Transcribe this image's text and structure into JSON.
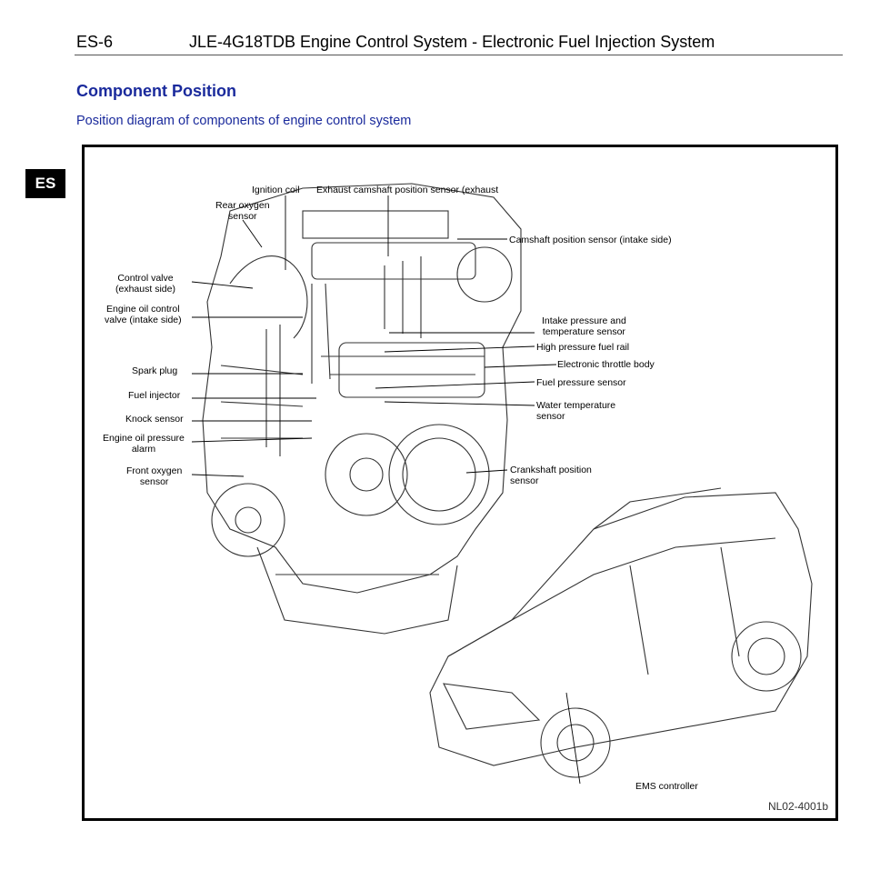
{
  "header": {
    "page_code": "ES-6",
    "title": "JLE-4G18TDB Engine Control System - Electronic Fuel Injection System"
  },
  "section": {
    "title": "Component Position",
    "subtitle": "Position diagram of components of engine control system"
  },
  "side_tab": "ES",
  "figure": {
    "id": "NL02-4001b",
    "labels": {
      "ignition_coil": "Ignition coil",
      "exhaust_cam_sensor": "Exhaust camshaft position sensor (exhaust",
      "rear_oxygen_sensor": "Rear oxygen\nsensor",
      "cam_sensor_intake": "Camshaft position sensor (intake side)",
      "control_valve_exhaust": "Control valve\n(exhaust side)",
      "engine_oil_control_valve": "Engine oil control\nvalve (intake side)",
      "intake_pressure_temp_sensor": "Intake pressure and\ntemperature sensor",
      "high_pressure_fuel_rail": "High pressure fuel rail",
      "spark_plug": "Spark plug",
      "electronic_throttle_body": "Electronic throttle body",
      "fuel_pressure_sensor": "Fuel pressure sensor",
      "fuel_injector": "Fuel injector",
      "water_temp_sensor": "Water temperature\nsensor",
      "knock_sensor": "Knock sensor",
      "engine_oil_pressure_alarm": "Engine oil pressure\nalarm",
      "front_oxygen_sensor": "Front oxygen\nsensor",
      "crankshaft_position_sensor": "Crankshaft position\nsensor",
      "ems_controller": "EMS controller"
    }
  }
}
